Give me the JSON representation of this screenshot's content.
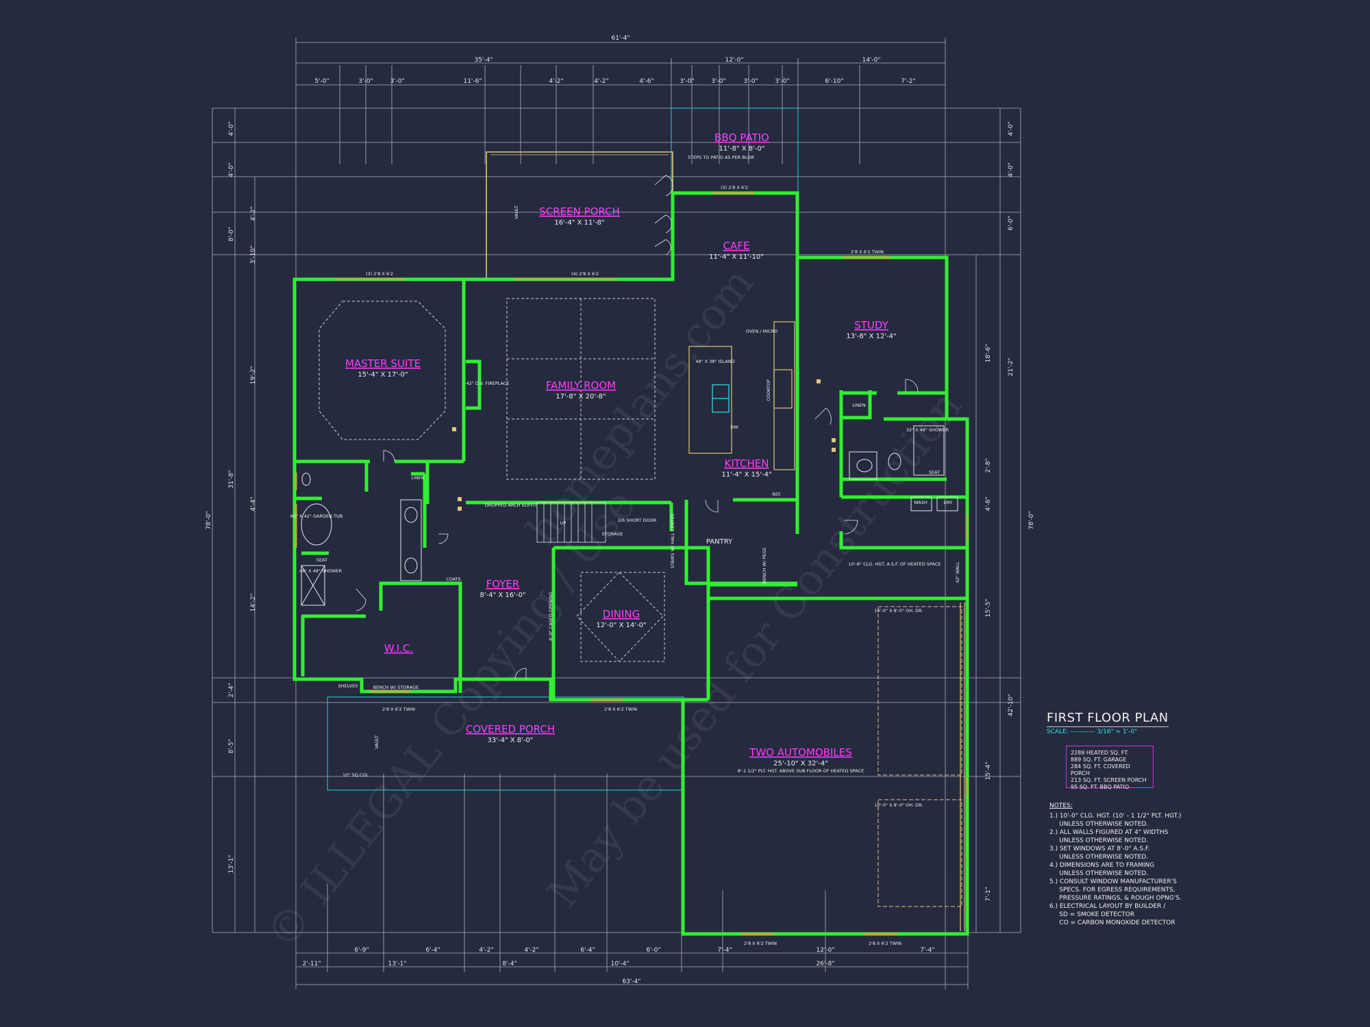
{
  "colors": {
    "background": "#252a3f",
    "wall": "#31f031",
    "grid": "#c8c8d2",
    "room_label": "#ff3dff",
    "text": "#f0f0f0",
    "accent_cyan": "#33e5e5",
    "window_yellow": "#c8a93a",
    "areas_border": "#d52fd5"
  },
  "plan": {
    "title": "FIRST FLOOR PLAN",
    "scale": "SCALE: ----------- 3/16\" = 1'-0\""
  },
  "areas": [
    "2289 HEATED SQ. FT.",
    "889 SQ. FT. GARAGE",
    "284 SQ. FT. COVERED PORCH",
    "213 SQ. FT. SCREEN PORCH",
    "95 SQ. FT. BBQ PATIO"
  ],
  "notes": {
    "heading": "NOTES:",
    "items": [
      "1.) 10'-0\" CLG. HGT. (10' - 1 1/2\" PLT. HGT.)\n     UNLESS OTHERWISE NOTED.",
      "2.) ALL WALLS FIGURED AT 4\" WIDTHS\n     UNLESS OTHERWISE NOTED.",
      "3.) SET WINDOWS AT 8'-0\" A.S.F.\n     UNLESS OTHERWISE NOTED.",
      "4.) DIMENSIONS ARE TO FRAMING\n     UNLESS OTHERWISE NOTED.",
      "5.) CONSULT WINDOW MANUFACTURER'S\n     SPECS. FOR EGRESS REQUIREMENTS,\n     PRESSURE RATINGS, & ROUGH OPNG'S.",
      "6.) ELECTRICAL LAYOUT BY BUILDER /\n     SD = SMOKE DETECTOR\n     CO = CARBON MONOXIDE DETECTOR"
    ]
  },
  "rooms": {
    "bbq_patio": {
      "name": "BBQ PATIO",
      "size": "11'-8\" X 8'-0\""
    },
    "screen_porch": {
      "name": "SCREEN PORCH",
      "size": "16'-4\" X 11'-8\""
    },
    "cafe": {
      "name": "CAFE",
      "size": "11'-4\" X 11'-10\""
    },
    "study": {
      "name": "STUDY",
      "size": "13'-8\" X 12'-4\""
    },
    "master_suite": {
      "name": "MASTER SUITE",
      "size": "15'-4\" X 17'-0\""
    },
    "family_room": {
      "name": "FAMILY ROOM",
      "size": "17'-8\" X 20'-8\""
    },
    "kitchen": {
      "name": "KITCHEN",
      "size": "11'-4\" X 15'-4\""
    },
    "foyer": {
      "name": "FOYER",
      "size": "8'-4\" X 16'-0\""
    },
    "dining": {
      "name": "DINING",
      "size": "12'-0\" X 14'-0\""
    },
    "wic": {
      "name": "W.I.C.",
      "size": ""
    },
    "covered_porch": {
      "name": "COVERED PORCH",
      "size": "33'-4\" X 8'-0\""
    },
    "garage": {
      "name": "TWO AUTOMOBILES",
      "size": "25'-10\" X 32'-4\"",
      "note": "8'-1 1/2\" PLT. HGT. ABOVE SUB FLOOR OF HEATED SPACE"
    },
    "pantry": {
      "name": "PANTRY",
      "size": ""
    }
  },
  "labels": {
    "island": "48\" X 38\" ISLAND",
    "fireplace": "42\" D.V. FIREPLACE",
    "tub": "60\" X 42\" GARDEN TUB",
    "shower_master": "48\" X 48\" SHOWER",
    "shower_hall": "32\" X 48\" SHOWER",
    "linen": "LINEN",
    "linen2": "LINEN",
    "coats": "COATS",
    "storage": "STORAGE",
    "short_door": "2/6 SHORT DOOR",
    "drop_zone": "STAIRS W/ HALL CENTER",
    "bench": "BENCH W/ PEGS",
    "wash": "WASH",
    "dry": "DRY",
    "seat": "SEAT",
    "seat2": "SEAT",
    "shelves": "SHELVES",
    "bench_storage": "BENCH W/ STORAGE",
    "cooktop": "COOKTOP",
    "oven": "OVEN / MICRO",
    "ref": "REF.",
    "dw": "DW",
    "vault_porch": "VAULT",
    "vault_screen": "VAULT",
    "steps": "STEPS TO PATIO AS PER BLDR",
    "col": "10\" SQ COL",
    "clg_note": "10'-8\" CLG. HGT. A.S.F. OF HEATED SPACE",
    "half_wall": "42\" WALL",
    "garage_door1": "16'-0\" X 8'-0\" OH. DR.",
    "garage_door2": "10'-0\" X 8'-0\" OH. DR.",
    "win_master": "(3) 2'8 X 6'2",
    "win_family": "(4) 2'8 X 6'2",
    "win_cafe": "(3) 2'8 X 6'2",
    "win_study": "2'8 X 6'2 TWIN",
    "win_wic": "2'8 X 6'2 TWIN",
    "win_dining": "2'8 X 6'2 TWIN",
    "win_garage1": "2'8 X 6'2 TWIN",
    "win_garage2": "2'8 X 6'2 TWIN",
    "dropped_arch": "DROPPED ARCH SOFFIT",
    "cased_opening": "8'-0\" CASED OPENING",
    "up": "UP"
  },
  "dims_top": {
    "overall": "61'-4\"",
    "left_block": "35'-4\"",
    "mid_block": "12'-0\"",
    "right_block": "14'-0\"",
    "row": [
      "5'-0\"",
      "3'-0\"",
      "3'-0\"",
      "11'-6\"",
      "4'-2\"",
      "4'-2\"",
      "4'-6\"",
      "3'-0\"",
      "3'-0\"",
      "3'-0\"",
      "3'-0\"",
      "6'-10\"",
      "7'-2\""
    ]
  },
  "dims_bottom": {
    "overall": "63'-4\"",
    "row1": [
      "6'-9\"",
      "6'-4\"",
      "4'-2\"",
      "4'-2\"",
      "6'-4\"",
      "6'-0\"",
      "7'-4\"",
      "12'-0\"",
      "7'-4\""
    ],
    "row2": [
      "2'-11\"",
      "13'-1\"",
      "8'-4\"",
      "10'-4\"",
      "26'-8\""
    ]
  },
  "dims_left": {
    "overall": "78'-0\"",
    "outer": [
      "4'-0\"",
      "4'-0\"",
      "8'-0\"",
      "31'-8\"",
      "2'-4\"",
      "8'-5\"",
      "13'-1\""
    ],
    "inner": [
      "4'-2\"",
      "3'-10\"",
      "19'-2\"",
      "4'-4\"",
      "14'-2\""
    ]
  },
  "dims_right": {
    "overall": "78'-0\"",
    "outer": [
      "4'-0\"",
      "4'-0\"",
      "6'-0\"",
      "21'-2\"",
      "42'-10\""
    ],
    "inner": [
      "18'-6\"",
      "2'-8\"",
      "4'-6\"",
      "15'-5\"",
      "15'-4\"",
      "7'-1\""
    ]
  },
  "watermark": {
    "line1": "© ILLEGAL Copying / Use",
    "line2": "May be used for Construction",
    "line3": "homeplans.com"
  }
}
